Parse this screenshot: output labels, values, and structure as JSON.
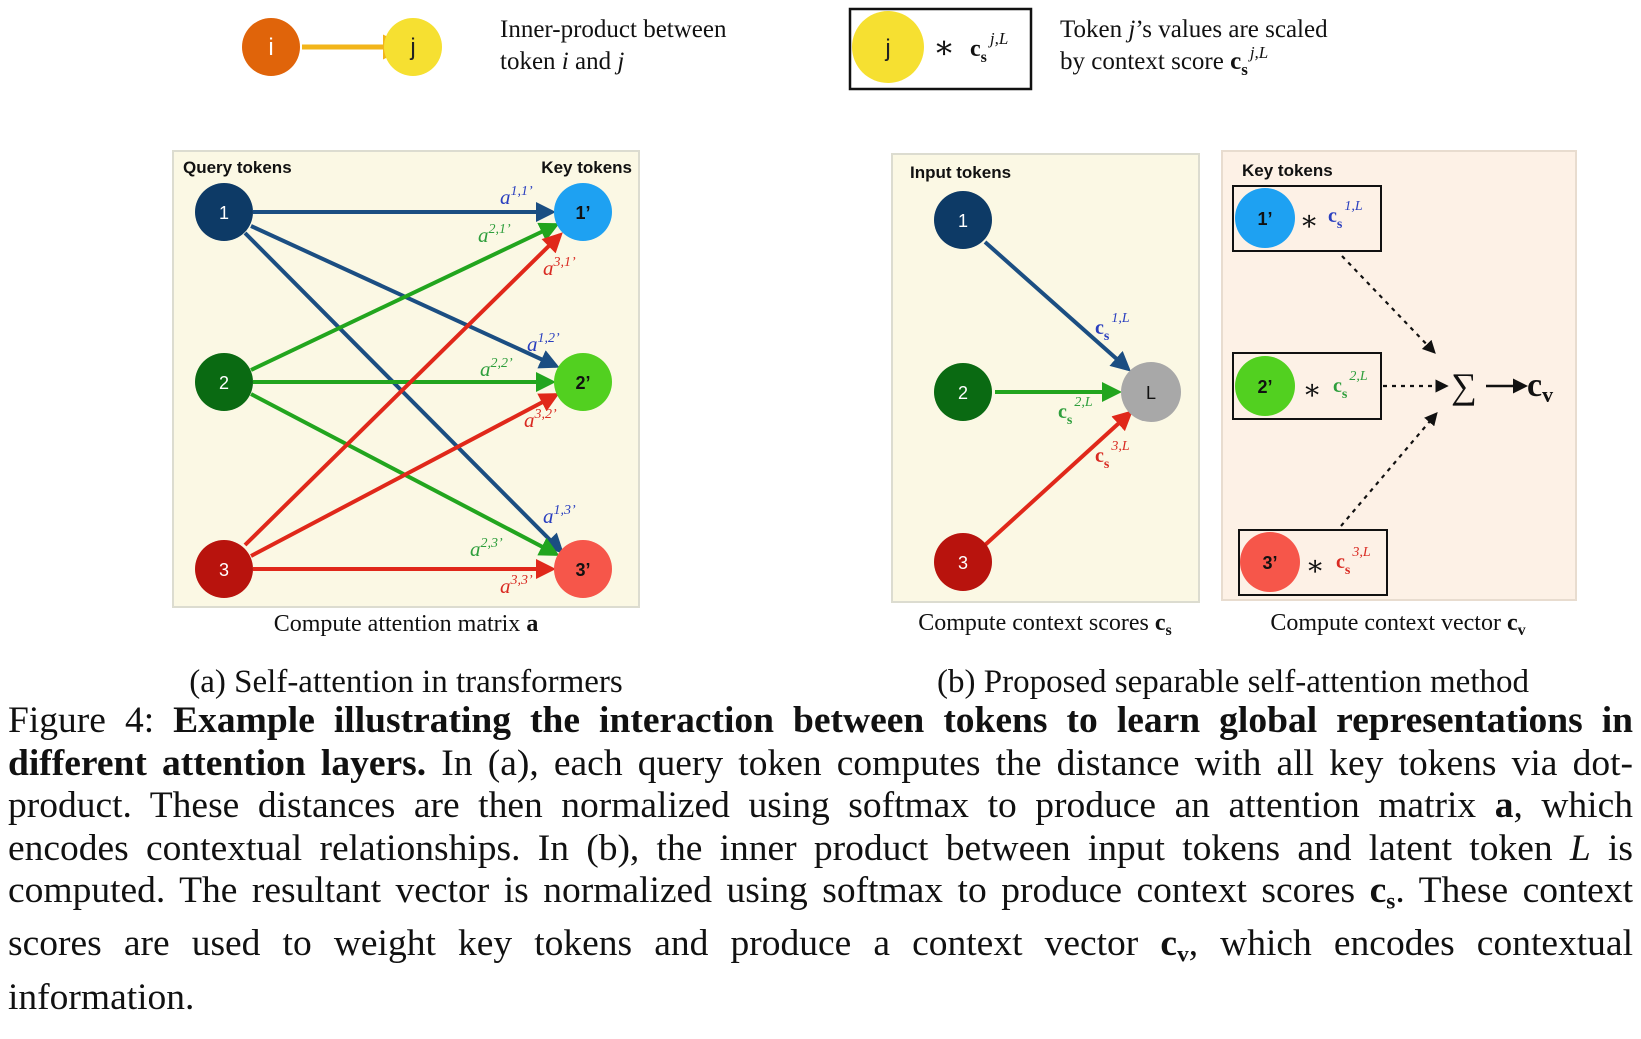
{
  "legend": {
    "node_i": "i",
    "node_j": "j",
    "inner_product_line1": "Inner-product between",
    "inner_product_line2_pre": "token ",
    "inner_product_line2_i": "i",
    "inner_product_line2_mid": " and ",
    "inner_product_line2_j": "j",
    "scaled_node": "j",
    "scaled_star": "∗",
    "scaled_c": "c",
    "scaled_s": "s",
    "scaled_sup": "j,L",
    "scaled_line1_pre": "Token ",
    "scaled_line1_j": "j",
    "scaled_line1_post": "’s values are scaled",
    "scaled_line2_pre": "by context score ",
    "scaled_line2_c": "c",
    "scaled_line2_s": "s",
    "scaled_line2_sup": "j,L"
  },
  "panel_a": {
    "query_label": "Query tokens",
    "key_label": "Key tokens",
    "query_nodes": [
      "1",
      "2",
      "3"
    ],
    "key_nodes": [
      "1’",
      "2’",
      "3’"
    ],
    "edge_labels": {
      "a11": "1,1’",
      "a21": "2,1’",
      "a31": "3,1’",
      "a12": "1,2’",
      "a22": "2,2’",
      "a32": "3,2’",
      "a13": "1,3’",
      "a23": "2,3’",
      "a33": "3,3’"
    },
    "a_letter": "a",
    "subcaption_text": "Compute attention matrix ",
    "subcaption_symbol": "a",
    "caption": "(a) Self-attention in transformers"
  },
  "panel_b": {
    "input_label": "Input tokens",
    "input_nodes": [
      "1",
      "2",
      "3"
    ],
    "latent_node": "L",
    "score_sups": [
      "1,L",
      "2,L",
      "3,L"
    ],
    "c_letter": "c",
    "s_letter": "s",
    "subcaption_text": "Compute context scores ",
    "subcaption_c": "c",
    "subcaption_s": "s",
    "key_label": "Key tokens",
    "key_nodes": [
      "1’",
      "2’",
      "3’"
    ],
    "star": "∗",
    "sum_symbol": "∑",
    "cv_c": "c",
    "cv_v": "v",
    "subcaption2_text": "Compute context vector ",
    "subcaption2_c": "c",
    "subcaption2_v": "v",
    "caption": "(b) Proposed separable self-attention method"
  },
  "caption": {
    "figure_label": "Figure 4: ",
    "bold_title": "Example illustrating the interaction between tokens to learn global representations in different attention layers.",
    "text1": " In (a), each query token computes the distance with all key tokens via dot-product. These distances are then normalized using softmax to produce an attention matrix ",
    "sym_a": "a",
    "text2": ", which encodes contextual relationships. In (b), the inner product between input tokens and latent token ",
    "sym_L": "L",
    "text3": " is computed. The resultant vector is normalized using softmax to produce context scores ",
    "sym_cs_c": "c",
    "sym_cs_s": "s",
    "text4": ". These context scores are used to weight key tokens and produce a context vector ",
    "sym_cv_c": "c",
    "sym_cv_v": "v",
    "text5": ", which encodes contextual information."
  },
  "colors": {
    "panel_a_bg": "#fbf8e4",
    "panel_b_bg": "#fbf8e4",
    "panel_b2_bg": "#fdf1e6",
    "node1": "#0d3a66",
    "node2": "#0a6a12",
    "node3": "#b8130d",
    "key1": "#1ea1f2",
    "key2": "#52d020",
    "key3": "#f6564a",
    "latent": "#a8a8a8",
    "node_i": "#e0640a",
    "node_j": "#f6e031",
    "edge_blue": "#1b4e82",
    "edge_green": "#22a51e",
    "edge_red": "#e0281a",
    "label_blue": "#2a3fbf",
    "label_green": "#2e9e3c",
    "label_red": "#d92a22",
    "arrow_gold": "#f2b51a"
  }
}
